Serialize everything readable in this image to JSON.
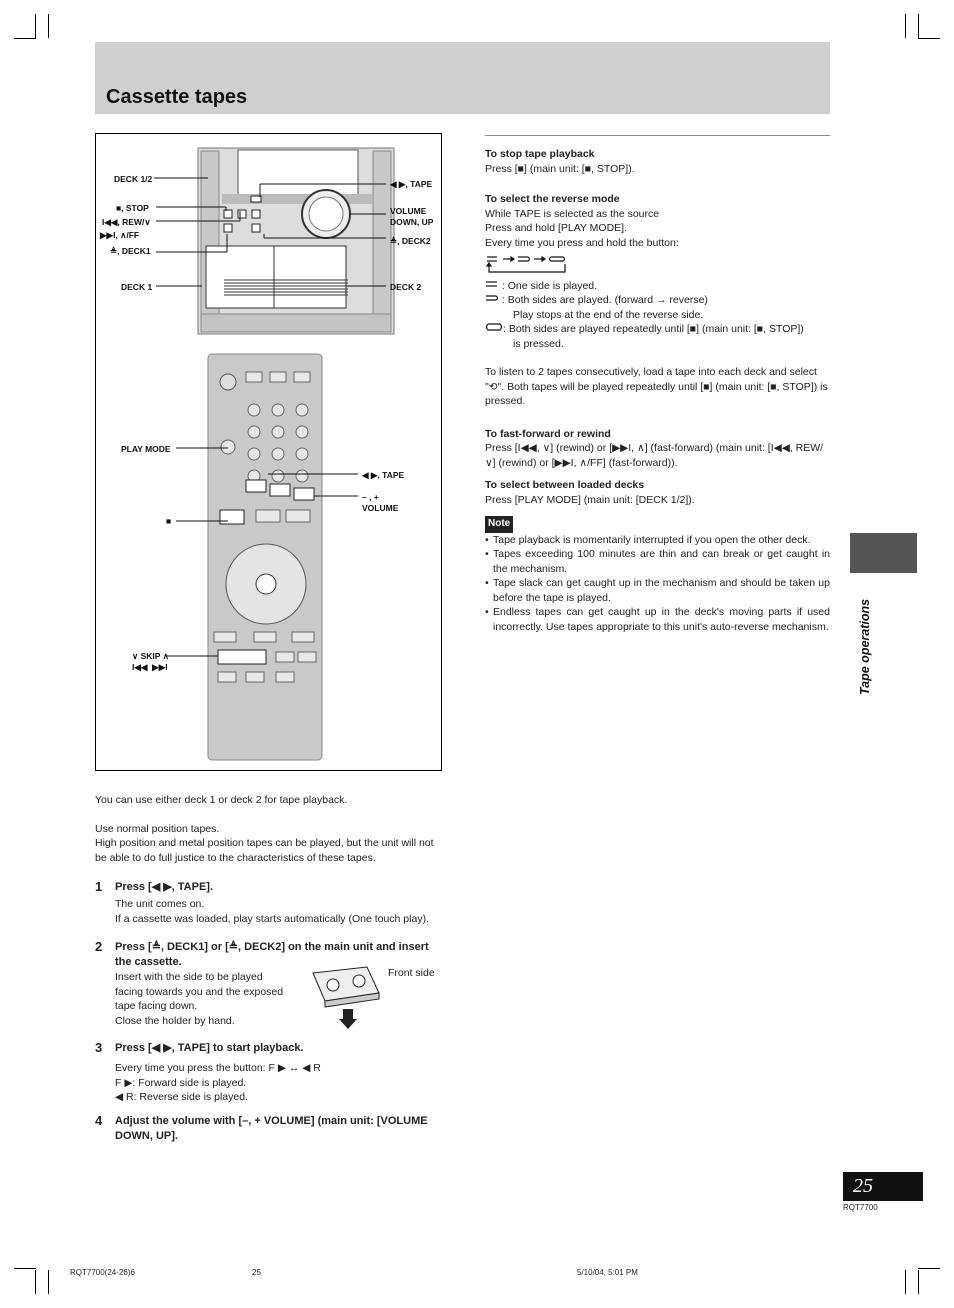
{
  "title": "Cassette tapes",
  "figure_labels": {
    "deck12": "DECK 1/2",
    "stop": "■, STOP",
    "rew": "I◀◀, REW/∨",
    "ff": "▶▶I, ∧/FF",
    "deck1_eject": "≜, DECK1",
    "deck1": "DECK 1",
    "tape": "◀ ▶, TAPE",
    "volume": "VOLUME\nDOWN, UP",
    "deck2_eject": "≜, DECK2",
    "deck2": "DECK 2",
    "play_mode": "PLAY MODE",
    "r_tape": "◀ ▶, TAPE",
    "r_volume": "– , +\nVOLUME",
    "r_stop": "■",
    "skip": "∨ SKIP ∧\nI◀◀  ▶▶I"
  },
  "intro": {
    "p1": "You can use either deck 1 or deck 2 for tape playback.",
    "p2": "Use normal position tapes.",
    "p3": "High position and metal position tapes can be played, but the unit will not be able to do full justice to the characteristics of these tapes."
  },
  "steps": [
    {
      "num": "1",
      "title": "Press [◀ ▶, TAPE].",
      "lines": [
        "The unit comes on.",
        "If a cassette was loaded, play starts automatically (One touch play)."
      ]
    },
    {
      "num": "2",
      "title": "Press [≜, DECK1] or [≜, DECK2] on the main unit and insert the cassette.",
      "lines": [
        "Insert with the side to be played",
        "facing towards you and the exposed",
        "tape facing down.",
        "Close the holder by hand."
      ],
      "front_side": "Front side"
    },
    {
      "num": "3",
      "title": "Press [◀ ▶, TAPE] to start playback.",
      "lines": [
        "Every time you press the button: F ▶ ↔ ◀ R",
        "F ▶: Forward side is played.",
        "◀ R: Reverse side is played."
      ]
    },
    {
      "num": "4",
      "title": "Adjust the volume with [–, + VOLUME] (main unit: [VOLUME DOWN, UP]."
    }
  ],
  "right": {
    "stop_h": "To stop tape playback",
    "stop_t": "Press [■] (main unit: [■, STOP]).",
    "rev_h": "To select the reverse mode",
    "rev_l1": "While TAPE is selected as the source",
    "rev_l2": "Press and hold [PLAY MODE].",
    "rev_l3": "Every time you press and hold the button:",
    "mode1": ":   One side is played.",
    "mode2a": ":  Both sides are played. (forward → reverse)",
    "mode2b": "Play stops at the end of the reverse side.",
    "mode3a": ": Both sides are played repeatedly until [■] (main unit: [■, STOP])",
    "mode3b": "is pressed.",
    "consec": "To listen to 2 tapes consecutively, load a tape into each deck and select \"⟲\". Both tapes will be played repeatedly until [■] (main unit: [■, STOP]) is pressed.",
    "ff_h": "To fast-forward or rewind",
    "ff_t": "Press [I◀◀, ∨] (rewind) or [▶▶I, ∧] (fast-forward) (main unit: [I◀◀, REW/∨] (rewind) or [▶▶I, ∧/FF] (fast-forward)).",
    "sel_h": "To select between loaded decks",
    "sel_t": "Press [PLAY MODE] (main unit: [DECK 1/2]).",
    "note_label": "Note",
    "notes": [
      "Tape playback is momentarily interrupted if you open the other deck.",
      "Tapes exceeding 100 minutes are thin and can break or get caught in the mechanism.",
      "Tape slack can get caught up in the mechanism and should be taken up before the tape is played.",
      "Endless tapes can get caught up in the deck's moving parts if used incorrectly. Use tapes appropriate to this unit's auto-reverse mechanism."
    ]
  },
  "side_tab": "Tape operations",
  "page_number": "25",
  "doc_code": "RQT7700",
  "footer": {
    "left": "RQT7700(24-26)6",
    "center": "25",
    "right": "5/10/04, 5:01 PM"
  }
}
